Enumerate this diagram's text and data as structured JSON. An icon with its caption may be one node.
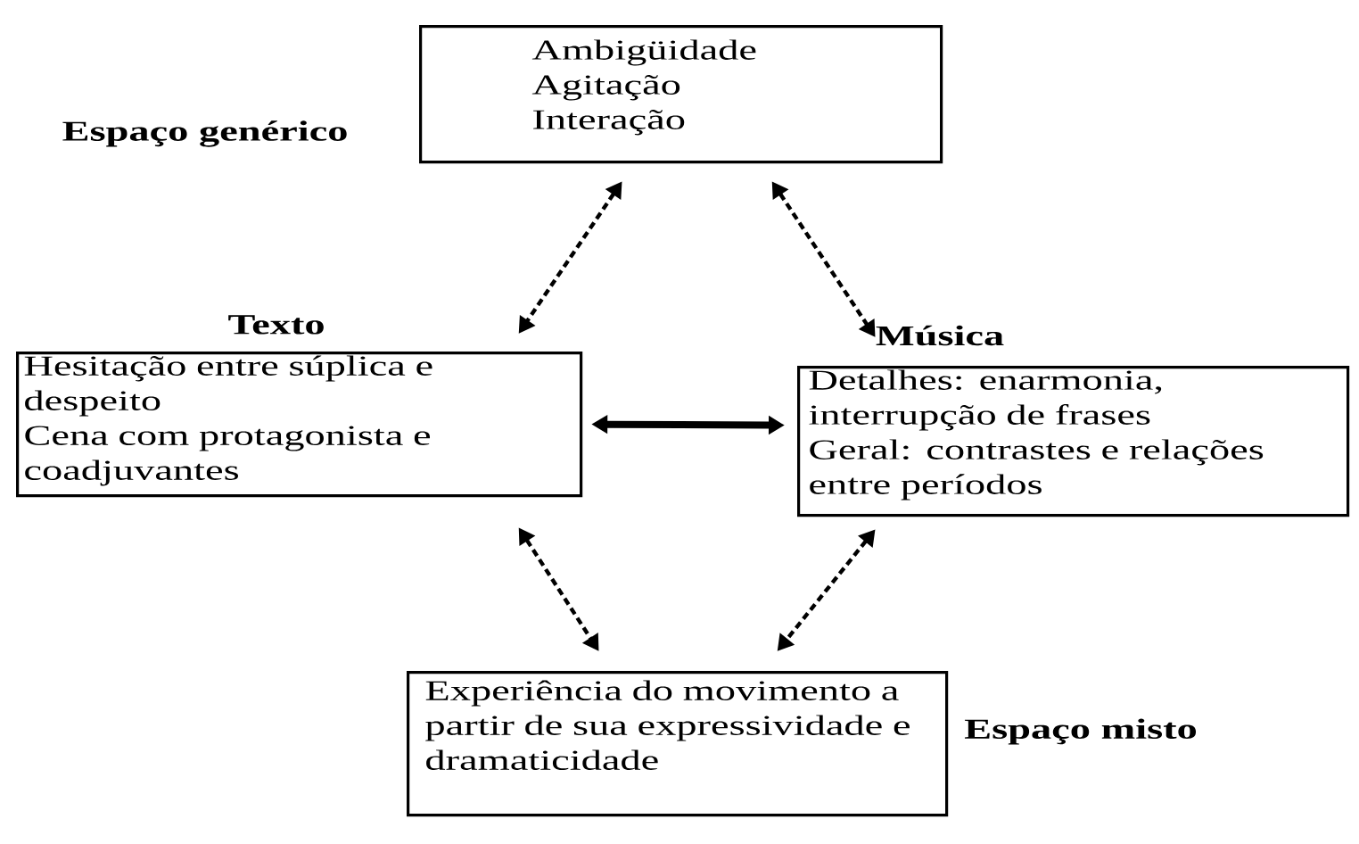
{
  "diagram": {
    "nodes": [
      {
        "text": [
          "Ambigüidade",
          "Agitação",
          "Interação"
        ],
        "beside": [
          "Espaço genérico"
        ]
      },
      {
        "text": [
          "Texto",
          "Hesitação entre súplica e despeito",
          "Cena com protagonista e coadjuvantes"
        ]
      },
      {
        "text": [
          "Música",
          "Detalhes: enarmonia, interrupção de frases",
          "Geral: contrastes e relações entre períodos"
        ]
      },
      {
        "text": [
          "Experiência do movimento a partir de sua expressividade e dramaticidade"
        ],
        "beside": [
          "Espaço misto"
        ]
      }
    ],
    "edges": [
      {
        "from": 0,
        "to": 1,
        "arrow": "both",
        "style": "dashed"
      },
      {
        "from": 0,
        "to": 2,
        "arrow": "both",
        "style": "dashed"
      },
      {
        "from": 1,
        "to": 2,
        "arrow": "both",
        "style": "thick"
      },
      {
        "from": 1,
        "to": 3,
        "arrow": "both",
        "style": "dashed"
      },
      {
        "from": 2,
        "to": 3,
        "arrow": "both",
        "style": "dashed"
      }
    ]
  }
}
